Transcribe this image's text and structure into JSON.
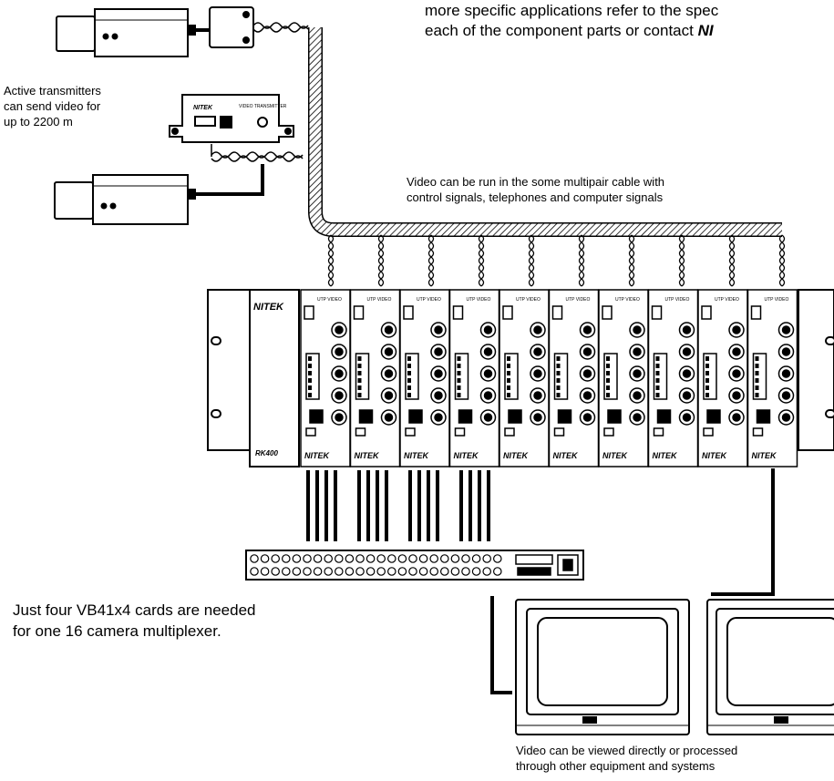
{
  "texts": {
    "intro_line1": "more specific applications refer to the spec",
    "intro_line2_a": "each of the component parts or contact ",
    "intro_line2_b": "NI",
    "active_tx_1": "Active transmitters",
    "active_tx_2": "can send video for",
    "active_tx_3": "up to 2200 m",
    "multipair_1": "Video can be run in the some multipair cable with",
    "multipair_2": "control signals, telephones and computer signals",
    "mux_note_1": "Just four VB41x4 cards are needed",
    "mux_note_2": "for one 16 camera multiplexer.",
    "view_1": "Video can be viewed directly or processed",
    "view_2": "through other equipment and systems"
  },
  "rack": {
    "brand": "NITEK",
    "model": "RK400",
    "card_label": "UTP VIDEO",
    "card_brand": "NITEK",
    "card_count": 10
  },
  "transmitter": {
    "brand": "NITEK",
    "label": "VIDEO TRANSMITTER"
  }
}
